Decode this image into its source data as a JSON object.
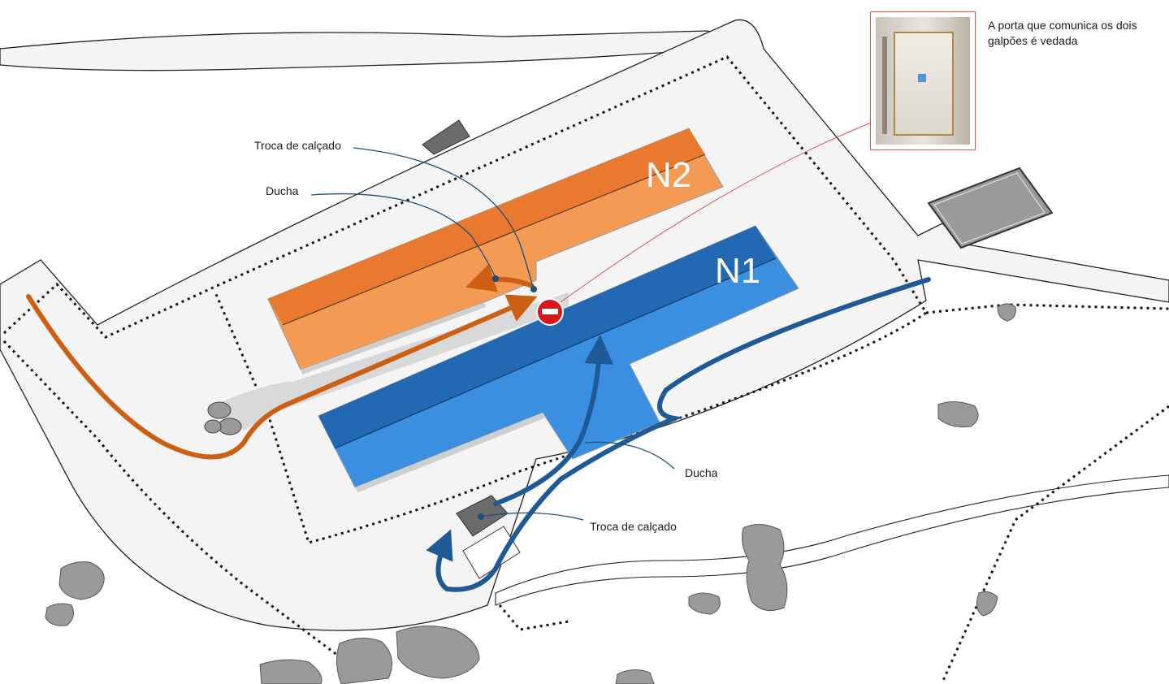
{
  "labels": {
    "n2": "N2",
    "n1": "N1",
    "troca_top": "Troca de calçado",
    "ducha_top": "Ducha",
    "ducha_bottom": "Ducha",
    "troca_bottom": "Troca de calçado",
    "caption": "A porta que comunica os dois galpões é vedada"
  },
  "colors": {
    "orange_building": "#ee8a3e",
    "orange_path": "#cc5f14",
    "blue_building": "#2f85db",
    "blue_path": "#1f5a96",
    "stop_sign": "#d9161c",
    "callout_line": "#1d4f7a",
    "red_leader": "#d9534f"
  },
  "icons": {
    "stop": "no-entry-icon",
    "photo": "sealed-door-photo"
  }
}
